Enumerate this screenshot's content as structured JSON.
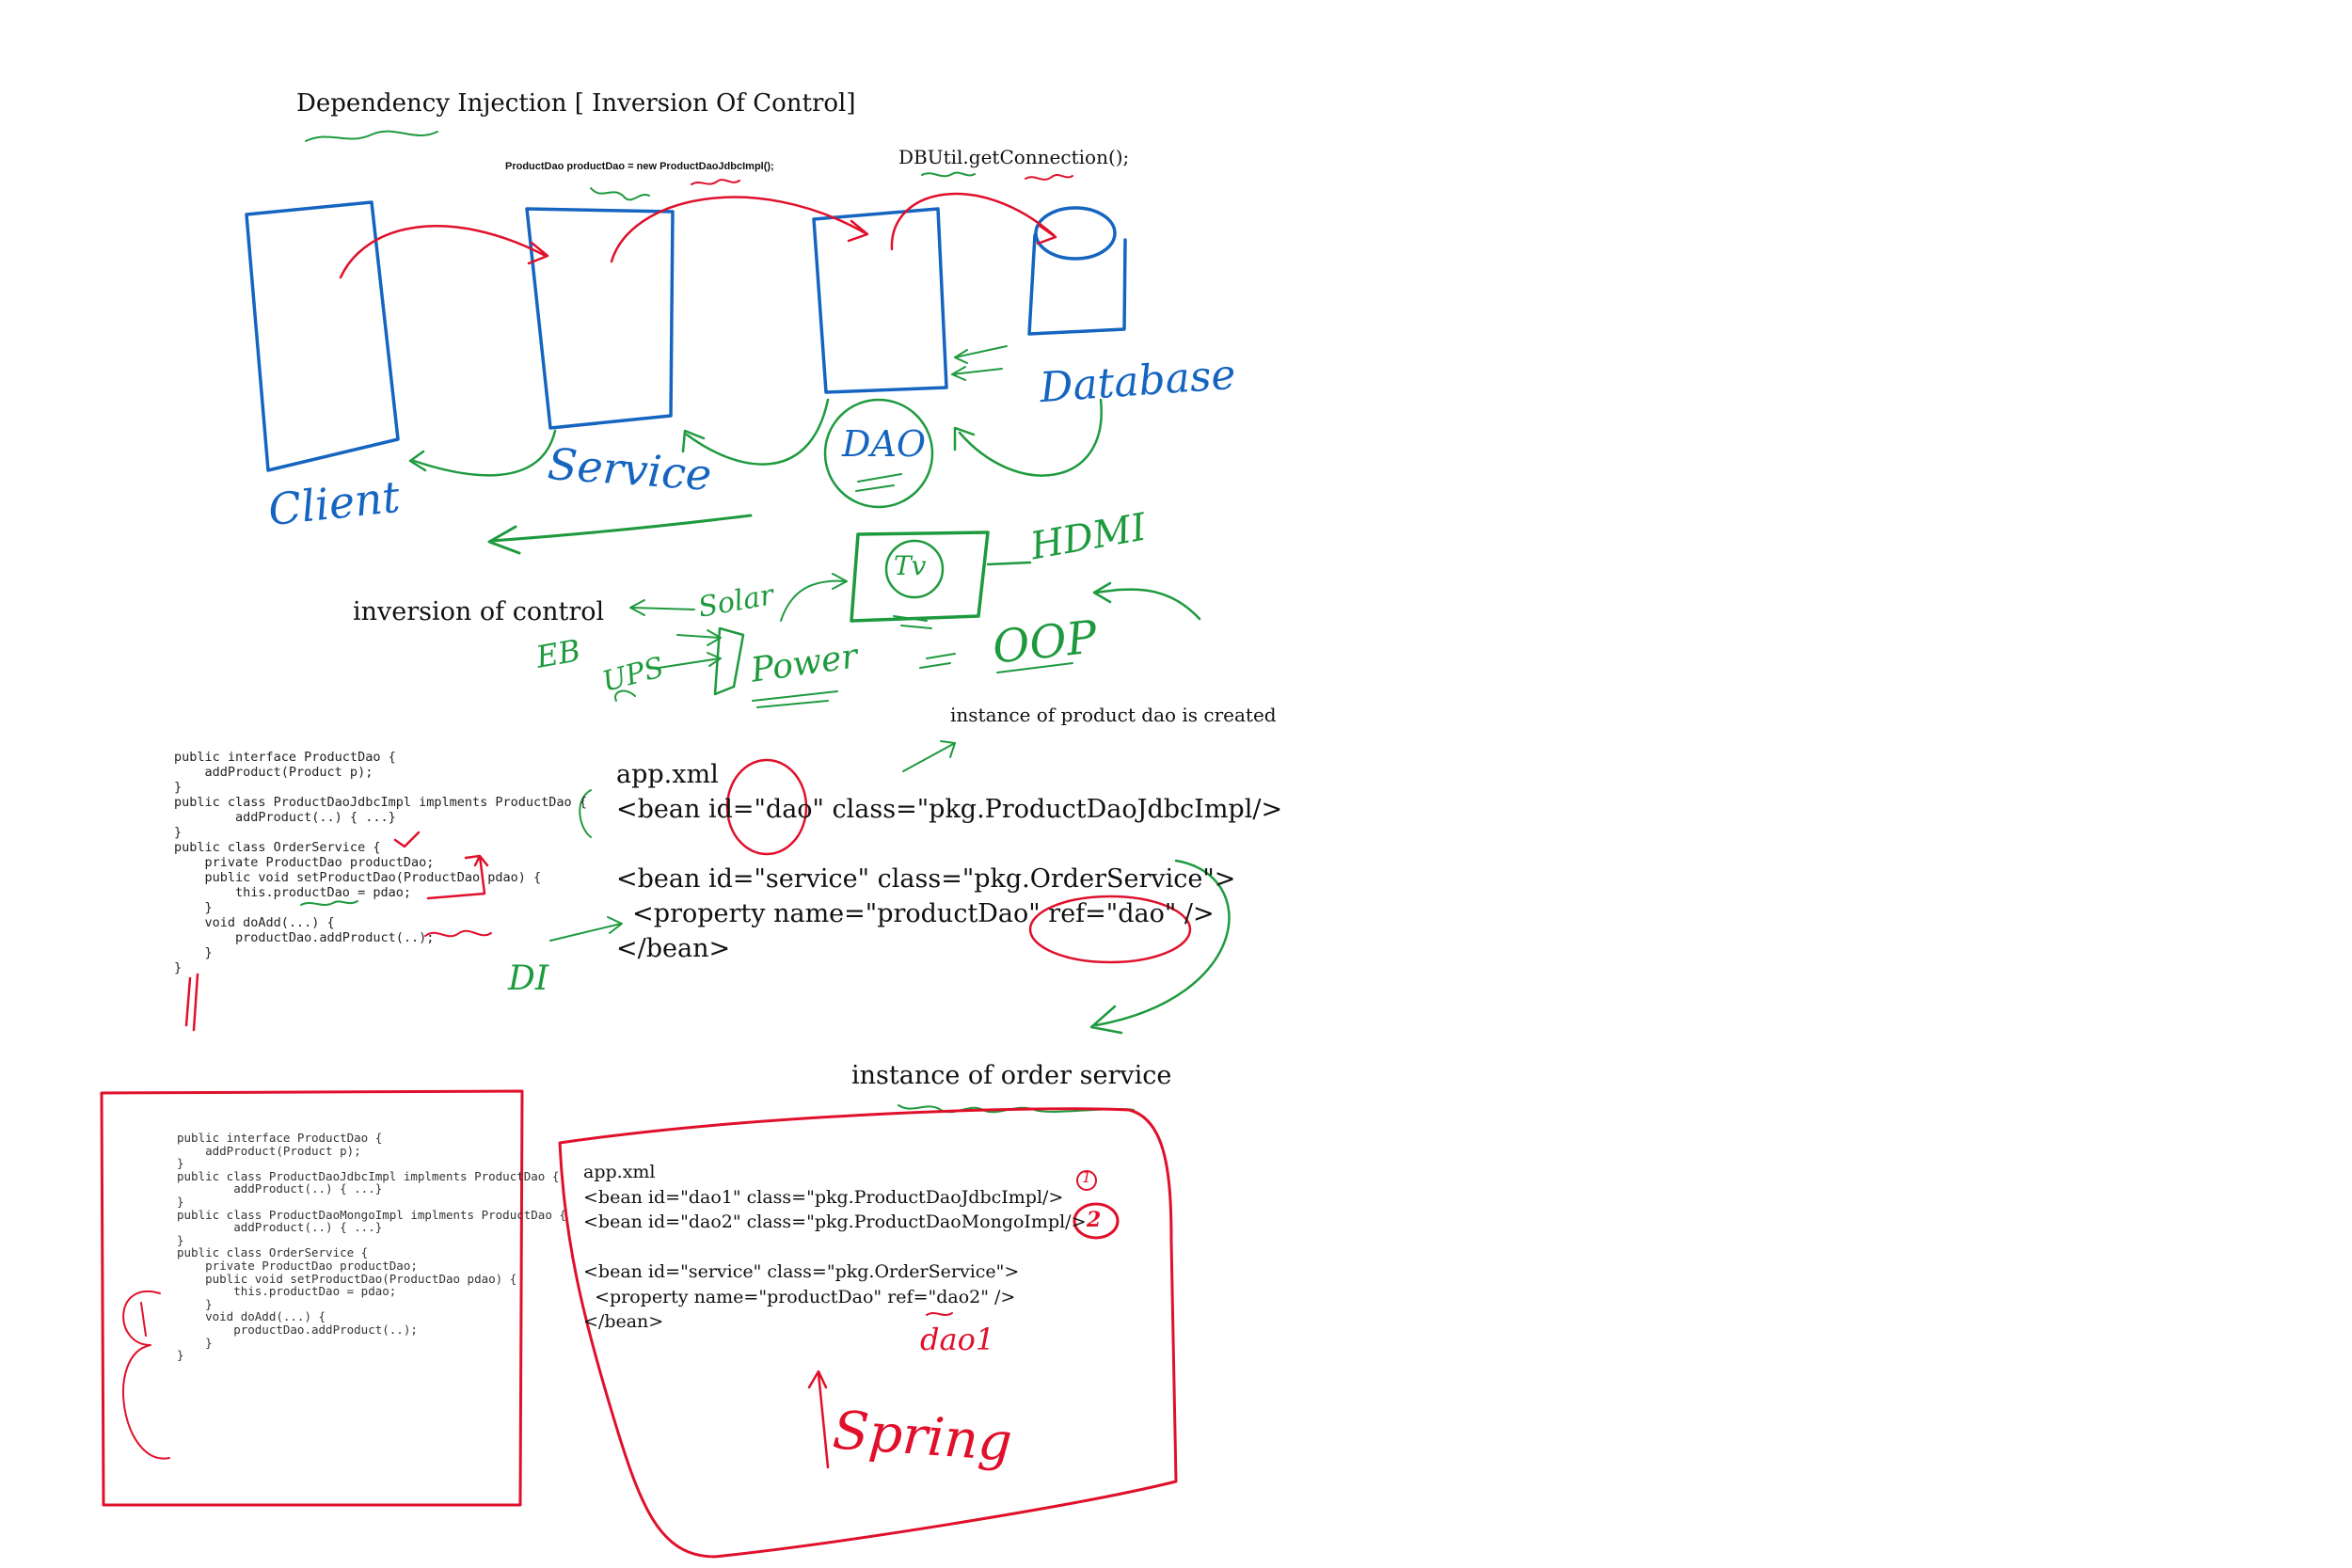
{
  "title": "Dependency Injection [ Inversion Of Control]",
  "top_notes": {
    "service_code": "ProductDao productDao = new ProductDaoJdbcImpl();",
    "dbutil": "DBUtil.getConnection();"
  },
  "diagram_labels": {
    "client": "Client",
    "service": "Service",
    "dao": "DAO",
    "database": "Database"
  },
  "ioc_sketch": {
    "inversion_of_control": "inversion of control",
    "solar": "Solar",
    "eb": "EB",
    "ups": "UPS",
    "power": "Power",
    "tv": "Tv",
    "hdmi": "HDMI",
    "oop": "OOP",
    "di": "DI"
  },
  "note_instance_dao": "instance of product dao is created",
  "note_instance_service": "instance of order service",
  "code_block_1": [
    "public interface ProductDao {",
    "    addProduct(Product p);",
    "}",
    "",
    "public class ProductDaoJdbcImpl implments ProductDao {",
    "        addProduct(..) { ...}",
    "}",
    "",
    "public class OrderService {",
    "    private ProductDao productDao;",
    "",
    "    public void setProductDao(ProductDao pdao) {",
    "        this.productDao = pdao;",
    "    }",
    "",
    "    void doAdd(...) {",
    "        productDao.addProduct(..);",
    "    }",
    "}"
  ],
  "xml_block_1": [
    "app.xml",
    "<bean id=\"dao\" class=\"pkg.ProductDaoJdbcImpl/>",
    "",
    "<bean id=\"service\" class=\"pkg.OrderService\">",
    "  <property name=\"productDao\" ref=\"dao\" />",
    "</bean>"
  ],
  "code_block_2": [
    "public interface ProductDao {",
    "    addProduct(Product p);",
    "}",
    "",
    "public class ProductDaoJdbcImpl implments ProductDao {",
    "        addProduct(..) { ...}",
    "}",
    "",
    "public class ProductDaoMongoImpl implments ProductDao {",
    "        addProduct(..) { ...}",
    "}",
    "",
    "public class OrderService {",
    "    private ProductDao productDao;",
    "",
    "    public void setProductDao(ProductDao pdao) {",
    "        this.productDao = pdao;",
    "    }",
    "",
    "    void doAdd(...) {",
    "        productDao.addProduct(..);",
    "    }",
    "}"
  ],
  "xml_block_2": [
    "app.xml",
    "<bean id=\"dao1\" class=\"pkg.ProductDaoJdbcImpl/>",
    "<bean id=\"dao2\" class=\"pkg.ProductDaoMongoImpl/>",
    "",
    "<bean id=\"service\" class=\"pkg.OrderService\">",
    "  <property name=\"productDao\" ref=\"dao2\" />",
    "</bean>"
  ],
  "annotations_2": {
    "one": "1",
    "two": "2",
    "dao1": "dao1",
    "spring": "Spring"
  },
  "colors": {
    "blue_ink": "#1565c0",
    "red_ink": "#e0102b",
    "green_ink": "#1e9a3e",
    "text": "#111111"
  }
}
